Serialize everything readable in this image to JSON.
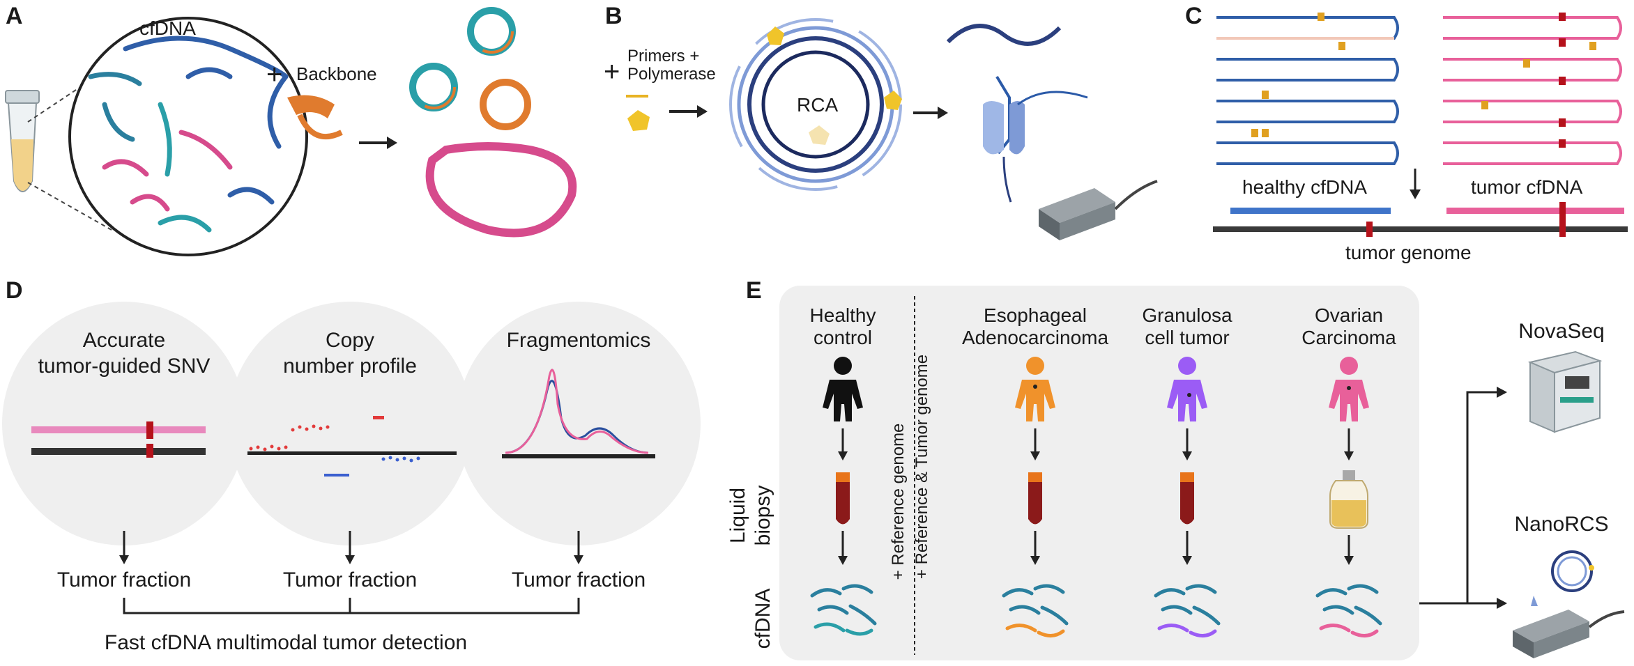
{
  "panels": {
    "A": {
      "letter": "A",
      "cfdna_label": "cfDNA",
      "plus_sign": "+",
      "backbone_label": "Backbone"
    },
    "B": {
      "letter": "B",
      "plus_sign": "+",
      "primers_line1": "Primers +",
      "primers_line2": "Polymerase",
      "rca_label": "RCA"
    },
    "C": {
      "letter": "C",
      "healthy_label": "healthy cfDNA",
      "tumor_label": "tumor cfDNA",
      "genome_label": "tumor genome"
    },
    "D": {
      "letter": "D",
      "modes": [
        {
          "line1": "Accurate",
          "line2": "tumor-guided SNV",
          "result": "Tumor fraction"
        },
        {
          "line1": "Copy",
          "line2": "number profile",
          "result": "Tumor fraction"
        },
        {
          "line1": "",
          "line2": "Fragmentomics",
          "result": "Tumor fraction"
        }
      ],
      "summary": "Fast cfDNA multimodal tumor detection"
    },
    "E": {
      "letter": "E",
      "row_label_biopsy_1": "Liquid",
      "row_label_biopsy_2": "biopsy",
      "row_label_cfdna": "cfDNA",
      "ref_genome": "+ Reference genome",
      "ref_tumor_genome": "+ Reference & Tumor genome",
      "groups": [
        {
          "line1": "Healthy",
          "line2": "control",
          "color": "#111111"
        },
        {
          "line1": "Esophageal",
          "line2": "Adenocarcinoma",
          "color": "#f0922b"
        },
        {
          "line1": "Granulosa",
          "line2": "cell tumor",
          "color": "#9b5cf5"
        },
        {
          "line1": "Ovarian",
          "line2": "Carcinoma",
          "color": "#e8609a"
        }
      ],
      "platforms": [
        "NovaSeq",
        "NanoRCS"
      ]
    }
  }
}
